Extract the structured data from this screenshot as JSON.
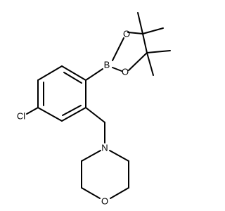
{
  "atoms": {
    "chlorine": "Cl",
    "boron": "B",
    "oxygen_1": "O",
    "oxygen_2": "O",
    "nitrogen": "N",
    "oxygen_morpholine": "O"
  }
}
